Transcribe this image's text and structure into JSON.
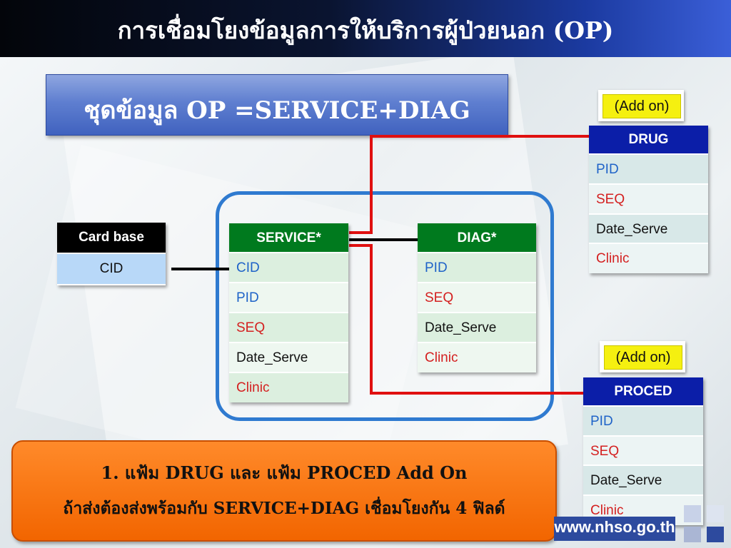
{
  "title": "การเชื่อมโยงข้อมูลการให้บริการผู้ป่วยนอก (OP)",
  "banner": "ชุดข้อมูล OP =SERVICE+DIAG",
  "card_base": {
    "header": "Card base",
    "fields": [
      "CID"
    ]
  },
  "service": {
    "header": "SERVICE*",
    "fields": [
      "CID",
      "PID",
      "SEQ",
      "Date_Serve",
      "Clinic"
    ]
  },
  "diag": {
    "header": "DIAG*",
    "fields": [
      "PID",
      "SEQ",
      "Date_Serve",
      "Clinic"
    ]
  },
  "drug": {
    "header": "DRUG",
    "fields": [
      "PID",
      "SEQ",
      "Date_Serve",
      "Clinic"
    ]
  },
  "proced": {
    "header": "PROCED",
    "fields": [
      "PID",
      "SEQ",
      "Date_Serve",
      "Clinic"
    ]
  },
  "addon_drug": "(Add on)",
  "addon_proced": "(Add on)",
  "note": {
    "line1": "1.    แฟ้ม DRUG และ แฟ้ม PROCED Add On",
    "line2": "ถ้าส่งต้องส่งพร้อมกับ SERVICE+DIAG เชื่อมโยงกัน 4 ฟิลด์"
  },
  "footer": "www.nhso.go.th",
  "colors": {
    "green_header": "#007a1e",
    "blue_header": "#0b1ea8",
    "black_header": "#000000",
    "field_blue": "#1f63c8",
    "field_red": "#d42020",
    "field_black": "#111111",
    "link_red": "#e01010",
    "link_black": "#000000",
    "group_border": "#2f7ad0"
  }
}
